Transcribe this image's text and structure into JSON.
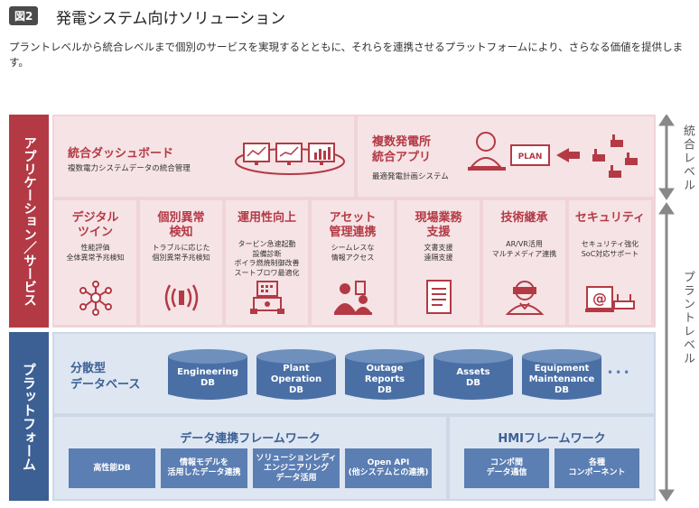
{
  "figure": {
    "tag": "図2",
    "title": "発電システム向けソリューション"
  },
  "lead": "プラントレベルから統合レベルまで個別のサービスを実現するとともに、それらを連携させるプラットフォームにより、さらなる価値を提供します。",
  "sides": {
    "app": "アプリケーション／サービス",
    "platform": "プラットフォーム"
  },
  "levels": {
    "integrated": "統合レベル",
    "plant": "プラントレベル"
  },
  "dashboard": {
    "title": "統合ダッシュボード",
    "desc": "複数電力システムデータの統合管理"
  },
  "multiplant": {
    "title1": "複数発電所",
    "title2": "統合アプリ",
    "desc": "最適発電計画システム",
    "plan": "PLAN"
  },
  "services": [
    {
      "t1": "デジタル",
      "t2": "ツイン",
      "d1": "性能評価",
      "d2": "全体異常予兆検知",
      "d3": "",
      "d4": ""
    },
    {
      "t1": "個別異常",
      "t2": "検知",
      "d1": "トラブルに応じた",
      "d2": "個別異常予兆検知",
      "d3": "",
      "d4": ""
    },
    {
      "t1": "運用性向上",
      "t2": "",
      "d1": "タービン急速起動",
      "d2": "設備診断",
      "d3": "ボイラ燃焼制御改善",
      "d4": "スートブロワ最適化"
    },
    {
      "t1": "アセット",
      "t2": "管理連携",
      "d1": "シームレスな",
      "d2": "情報アクセス",
      "d3": "",
      "d4": ""
    },
    {
      "t1": "現場業務",
      "t2": "支援",
      "d1": "文書支援",
      "d2": "遠隔支援",
      "d3": "",
      "d4": ""
    },
    {
      "t1": "技術継承",
      "t2": "",
      "d1": "AR/VR活用",
      "d2": "マルチメディア連携",
      "d3": "",
      "d4": ""
    },
    {
      "t1": "セキュリティ",
      "t2": "",
      "d1": "セキュリティ強化",
      "d2": "SoC対応サポート",
      "d3": "",
      "d4": ""
    }
  ],
  "distdb": {
    "l1": "分散型",
    "l2": "データベース",
    "more": "•••"
  },
  "dbs": [
    {
      "l1": "Engineering",
      "l2": "DB",
      "l3": ""
    },
    {
      "l1": "Plant",
      "l2": "Operation",
      "l3": "DB"
    },
    {
      "l1": "Outage",
      "l2": "Reports",
      "l3": "DB"
    },
    {
      "l1": "Assets",
      "l2": "DB",
      "l3": ""
    },
    {
      "l1": "Equipment",
      "l2": "Maintenance",
      "l3": "DB"
    }
  ],
  "datafw": {
    "title": "データ連携フレームワーク",
    "items": [
      {
        "l1": "高性能DB",
        "l2": "",
        "l3": ""
      },
      {
        "l1": "情報モデルを",
        "l2": "活用したデータ連携",
        "l3": ""
      },
      {
        "l1": "ソリューションレディ",
        "l2": "エンジニアリング",
        "l3": "データ活用"
      },
      {
        "l1": "Open API",
        "l2": "(他システムとの連携)",
        "l3": ""
      }
    ]
  },
  "hmifw": {
    "title": "HMIフレームワーク",
    "items": [
      {
        "l1": "コンポ間",
        "l2": "データ通信"
      },
      {
        "l1": "各種",
        "l2": "コンポーネント"
      }
    ]
  },
  "colors": {
    "app": "#b33a45",
    "platform": "#3c5f94",
    "appbg": "#f6e3e5",
    "platbg": "#dde6f1"
  }
}
